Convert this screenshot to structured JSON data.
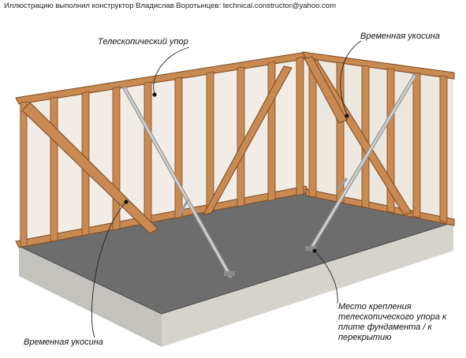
{
  "credit": "Иллюстрацию выполнил конструктор Владислав Воротынцев: technical.constructor@yahoo.com",
  "labels": {
    "telescopic_prop": "Телескопический упор",
    "temp_brace_top": "Временная укосина",
    "temp_brace_bottom": "Временная укосина",
    "mount_point": "Место крепления телескопического упора к плите фундамента / к перекрытию"
  },
  "colors": {
    "wood": "#c98a52",
    "wood_dark": "#8a5228",
    "slab_top": "#6d6d6d",
    "slab_side": "#c4c2bd",
    "prop": "#b9b9b9"
  }
}
